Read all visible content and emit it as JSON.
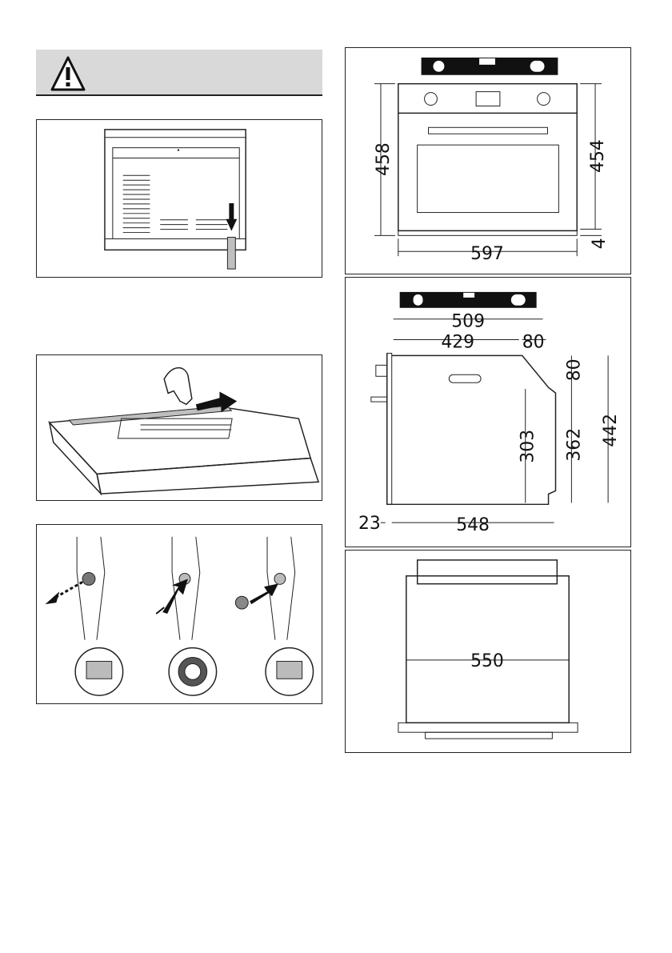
{
  "warning": {
    "icon": "warning-triangle-icon"
  },
  "dimensions_front": {
    "height_left": "458",
    "height_right": "454",
    "bottom_gap": "4",
    "width": "597"
  },
  "dimensions_side": {
    "depth_total": "509",
    "depth_body": "429",
    "top_offset": "80",
    "top_height": "80",
    "body_height": "303",
    "inner_height": "362",
    "total_height": "442",
    "front_thickness": "23",
    "bottom_depth": "548"
  },
  "dimensions_top": {
    "width": "550"
  }
}
